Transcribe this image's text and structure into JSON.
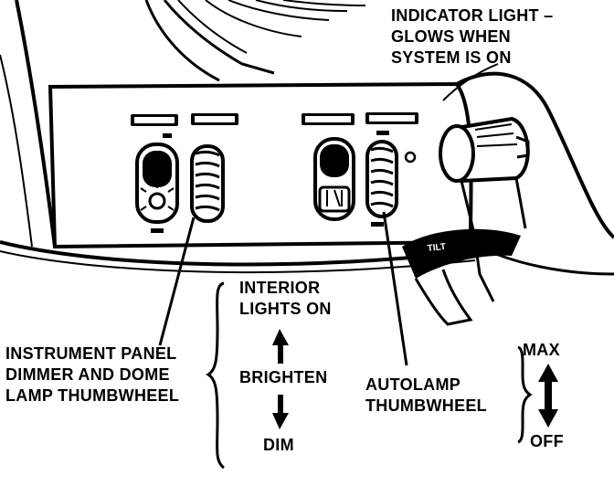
{
  "indicator_callout": {
    "lines": [
      "INDICATOR LIGHT –",
      "GLOWS WHEN",
      "SYSTEM IS ON"
    ]
  },
  "panel_dimmer_callout": {
    "lines": [
      "INSTRUMENT PANEL",
      "DIMMER AND DOME",
      "LAMP THUMBWHEEL"
    ]
  },
  "dimmer_scale": {
    "top_lines": [
      "INTERIOR",
      "LIGHTS ON"
    ],
    "middle": "BRIGHTEN",
    "bottom": "DIM"
  },
  "autolamp_callout": {
    "lines": [
      "AUTOLAMP",
      "THUMBWHEEL"
    ]
  },
  "autolamp_scale": {
    "top": "MAX",
    "bottom": "OFF"
  },
  "lever_label": "TILT"
}
